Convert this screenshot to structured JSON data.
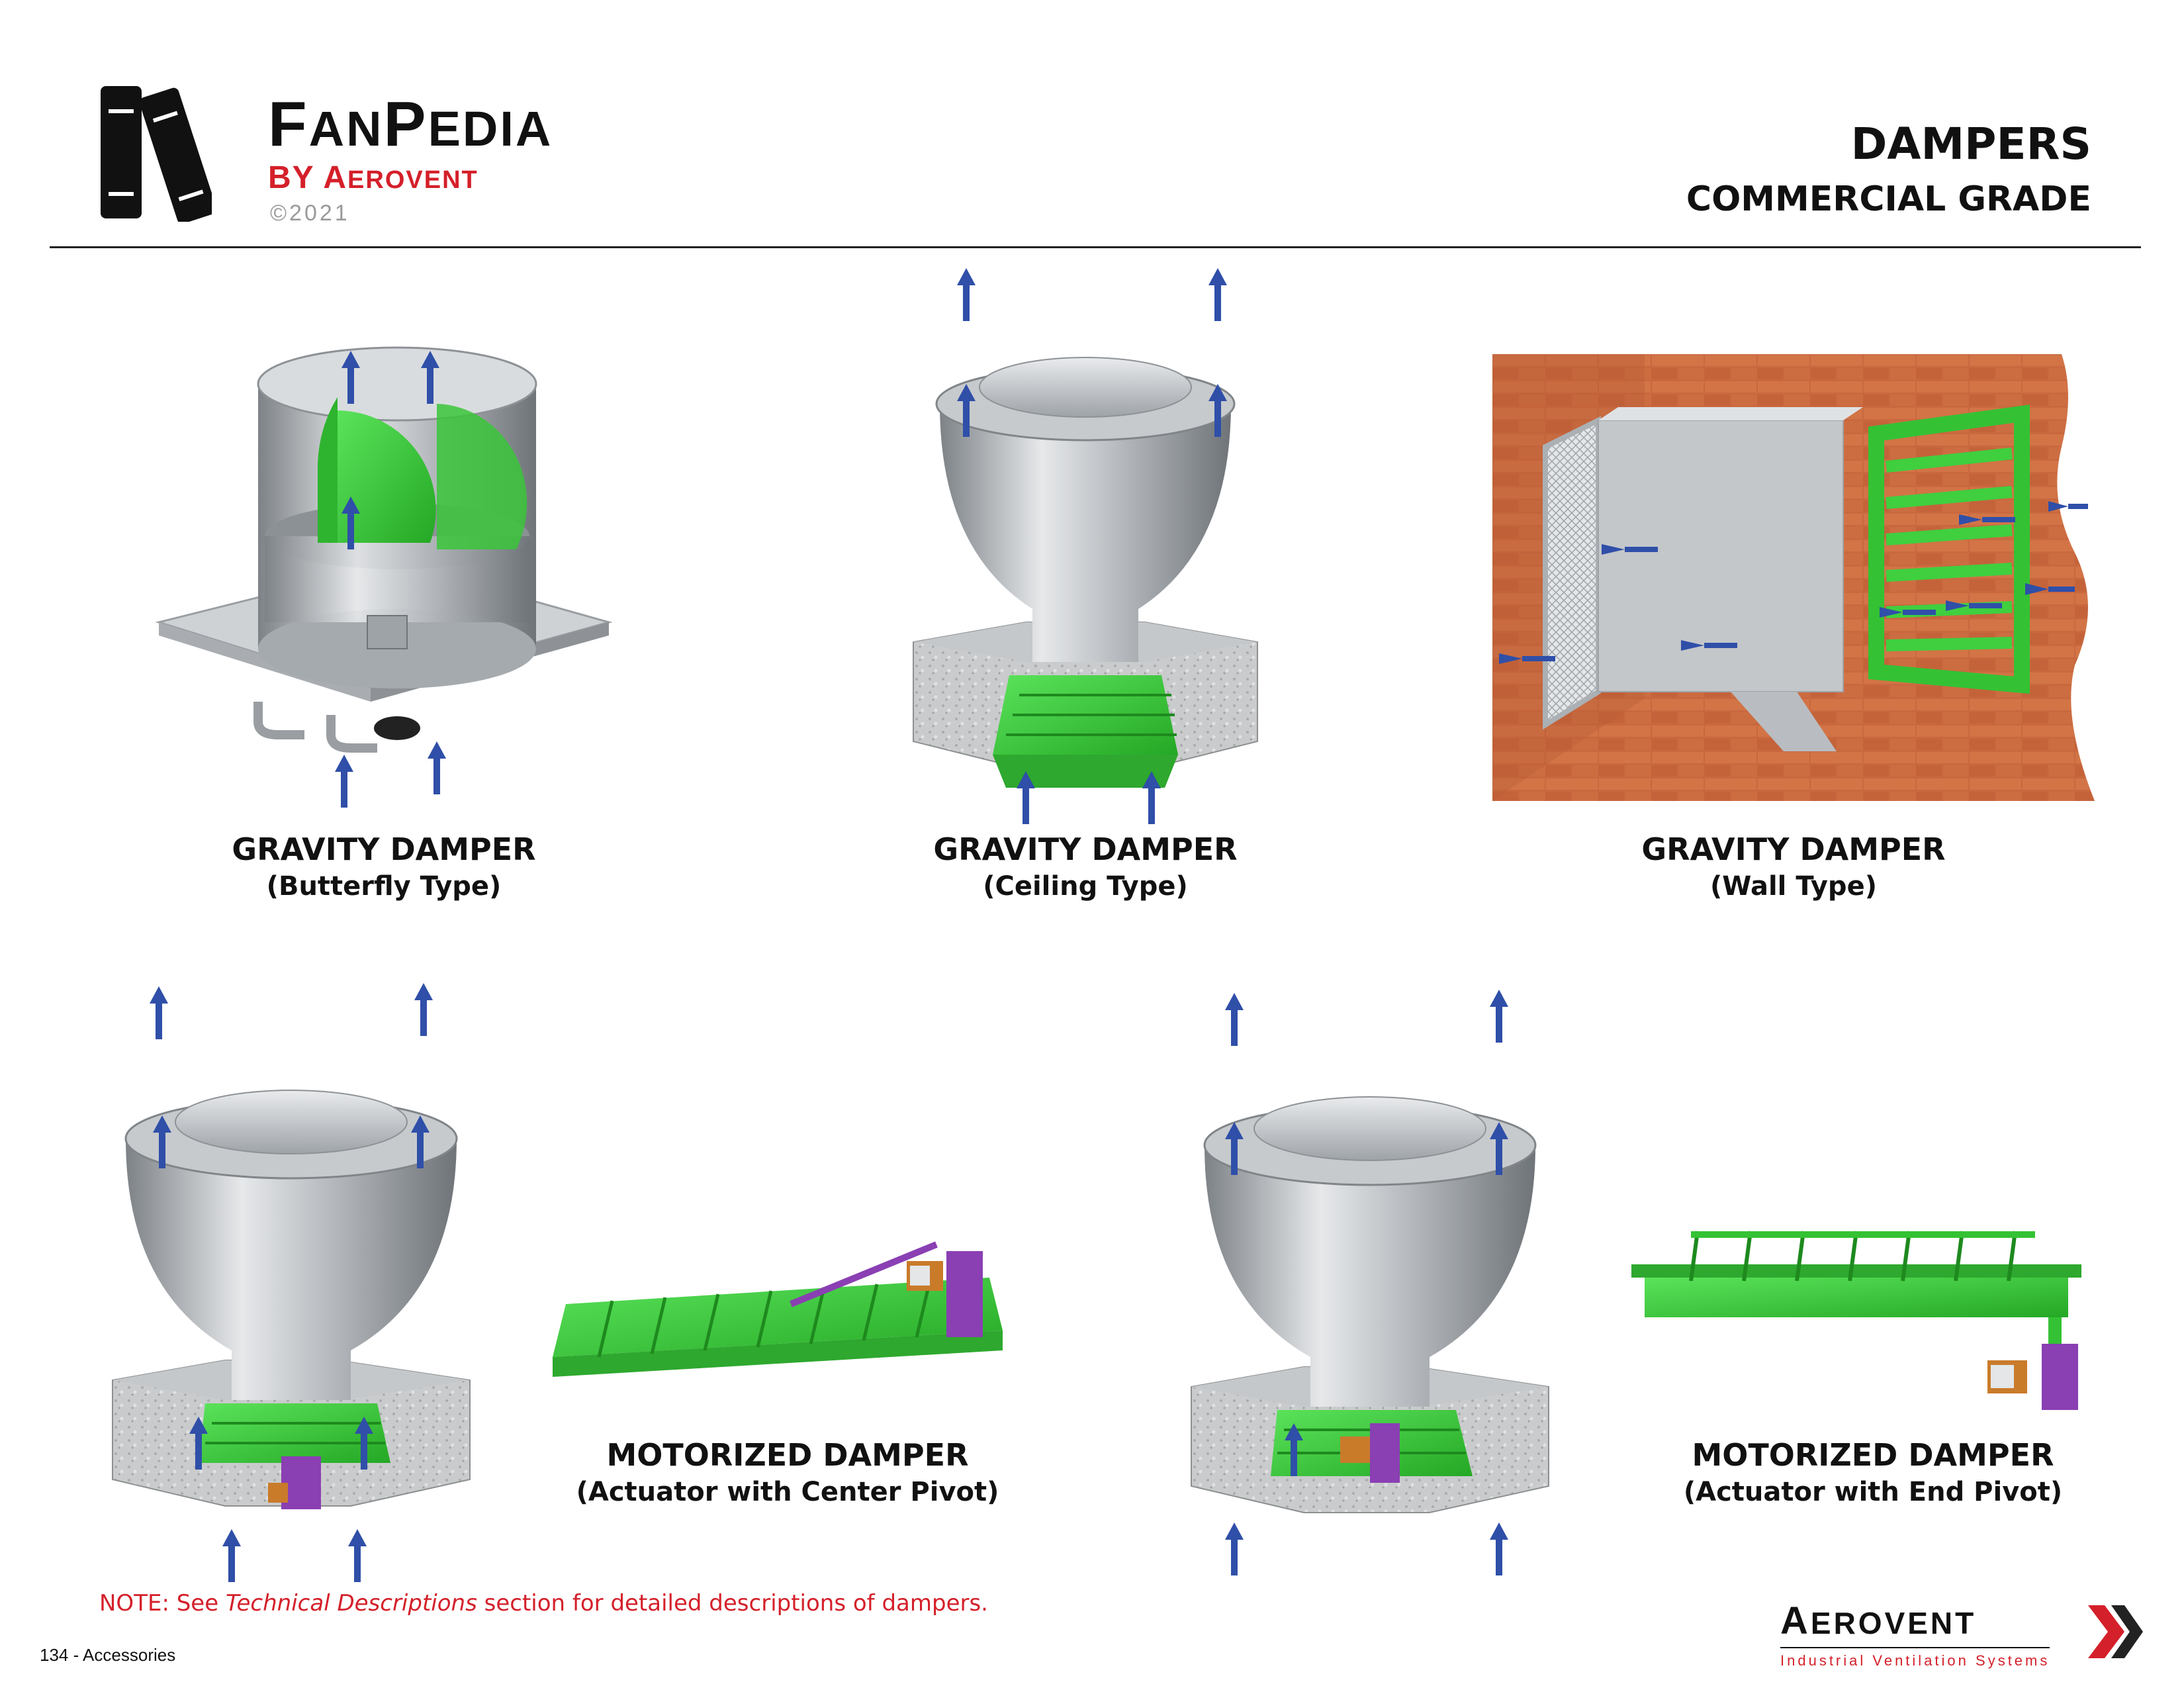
{
  "brand": {
    "name_first": "F",
    "name_first_rest": "AN",
    "name_second": "P",
    "name_second_rest": "EDIA",
    "by": "BY A",
    "by_rest": "EROVENT",
    "copyright": "©2021"
  },
  "page": {
    "title": "DAMPERS",
    "subtitle": "COMMERCIAL GRADE"
  },
  "figures": [
    {
      "title": "GRAVITY DAMPER",
      "subtitle": "(Butterfly Type)"
    },
    {
      "title": "GRAVITY DAMPER",
      "subtitle": "(Ceiling Type)"
    },
    {
      "title": "GRAVITY DAMPER",
      "subtitle": "(Wall Type)"
    },
    {
      "title": "MOTORIZED DAMPER",
      "subtitle": "(Actuator with Center Pivot)"
    },
    {
      "title": "MOTORIZED DAMPER",
      "subtitle": "(Actuator with End Pivot)"
    }
  ],
  "note": {
    "prefix": "NOTE: See ",
    "emphasis": "Technical Descriptions",
    "suffix": " section for detailed descriptions of dampers."
  },
  "footer": {
    "page_label": "134 - Accessories",
    "logo_first": "A",
    "logo_rest": "EROVENT",
    "logo_tagline": "Industrial Ventilation Systems"
  },
  "colors": {
    "accent_red": "#d4202a",
    "damper_green": "#3fcf3f",
    "airflow_arrow": "#2f4fa8",
    "actuator_purple": "#8a3fb3",
    "metal": "#b8bcc0"
  },
  "icons": {
    "logo": "books-icon",
    "footer_logo": "double-chevron-icon",
    "airflow": "arrow-up-icon"
  }
}
